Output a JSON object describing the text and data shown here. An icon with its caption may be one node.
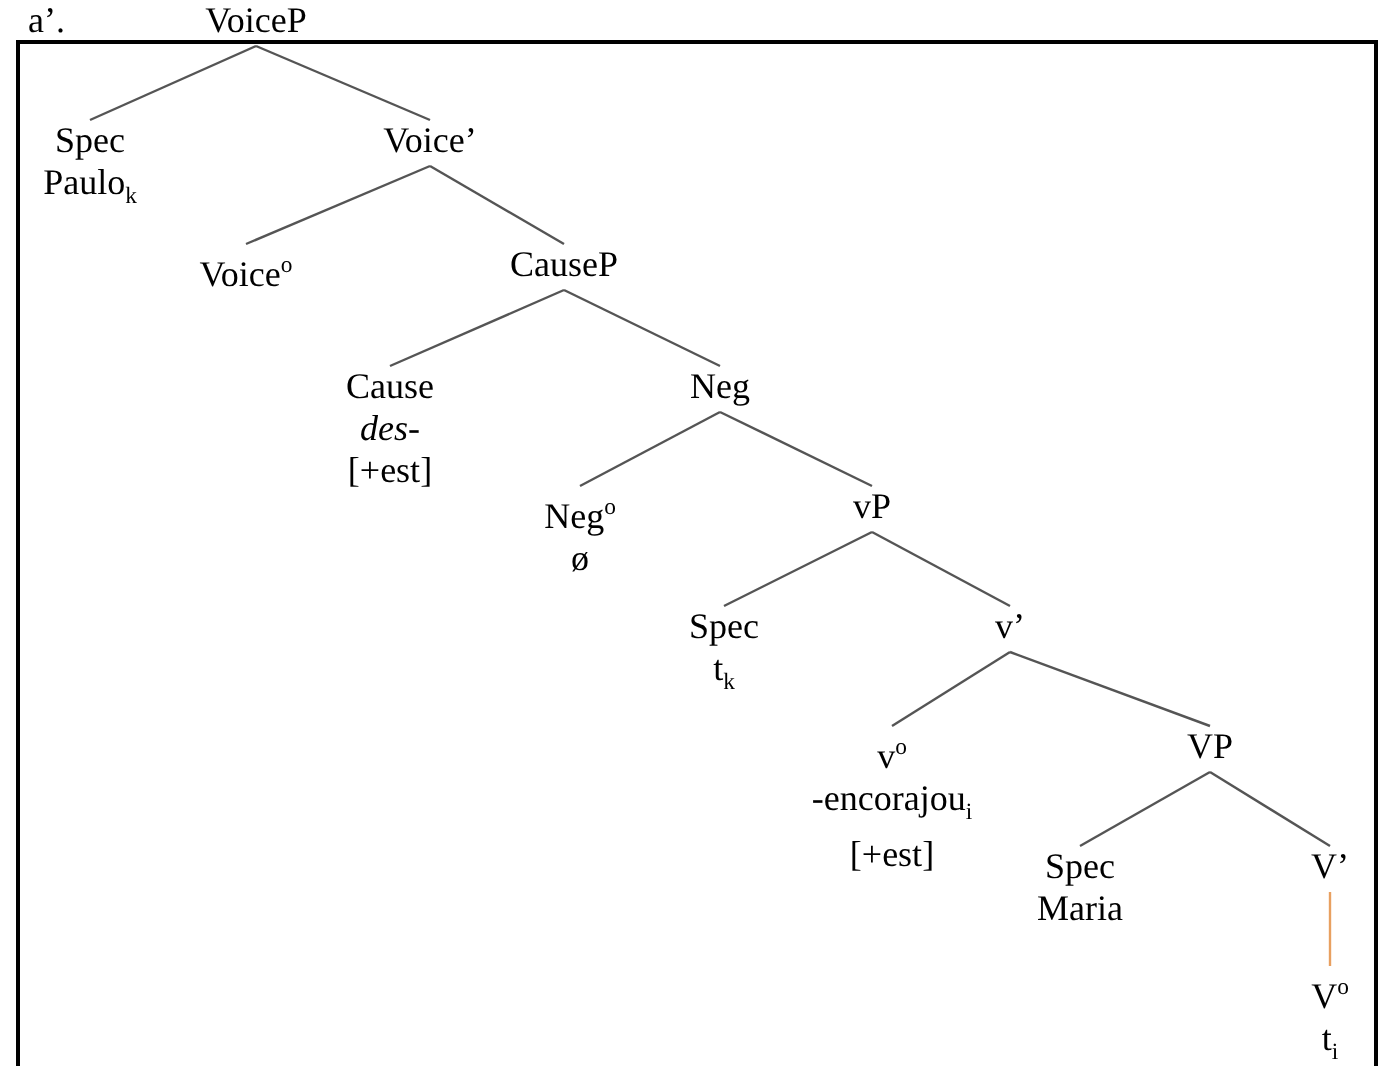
{
  "diagram": {
    "nodes": [
      {
        "text": [
          "VoiceP"
        ]
      },
      {
        "text": [
          "Spec",
          "Paulo$_{k}$"
        ]
      },
      {
        "text": [
          "Voice’"
        ]
      },
      {
        "text": [
          "Voice$^{o}$"
        ]
      },
      {
        "text": [
          "CauseP"
        ]
      },
      {
        "text": [
          "Cause",
          "des-",
          "[+est]"
        ]
      },
      {
        "text": [
          "Neg"
        ]
      },
      {
        "text": [
          "Neg$^{o}$",
          "ø"
        ]
      },
      {
        "text": [
          "vP"
        ]
      },
      {
        "text": [
          "Spec",
          "t$_{k}$"
        ]
      },
      {
        "text": [
          "v’"
        ]
      },
      {
        "text": [
          "v$^{o}$",
          "-encorajou$_{i}$",
          "[+est]"
        ]
      },
      {
        "text": [
          "VP"
        ]
      },
      {
        "text": [
          "Spec",
          "Maria"
        ]
      },
      {
        "text": [
          "V’"
        ]
      },
      {
        "text": [
          "V$^{o}$",
          "t$_{i}$"
        ]
      }
    ],
    "edges": [
      {
        "from": 0,
        "to": 1,
        "arrow": "none"
      },
      {
        "from": 0,
        "to": 2,
        "arrow": "none"
      },
      {
        "from": 2,
        "to": 3,
        "arrow": "none"
      },
      {
        "from": 2,
        "to": 4,
        "arrow": "none"
      },
      {
        "from": 4,
        "to": 5,
        "arrow": "none"
      },
      {
        "from": 4,
        "to": 6,
        "arrow": "none"
      },
      {
        "from": 6,
        "to": 7,
        "arrow": "none"
      },
      {
        "from": 6,
        "to": 8,
        "arrow": "none"
      },
      {
        "from": 8,
        "to": 9,
        "arrow": "none"
      },
      {
        "from": 8,
        "to": 10,
        "arrow": "none"
      },
      {
        "from": 10,
        "to": 11,
        "arrow": "none"
      },
      {
        "from": 10,
        "to": 12,
        "arrow": "none"
      },
      {
        "from": 12,
        "to": 13,
        "arrow": "none"
      },
      {
        "from": 12,
        "to": 14,
        "arrow": "none"
      },
      {
        "from": 14,
        "to": 15,
        "arrow": "none",
        "color": "#e8a060"
      }
    ],
    "labels": [
      "a’."
    ]
  }
}
